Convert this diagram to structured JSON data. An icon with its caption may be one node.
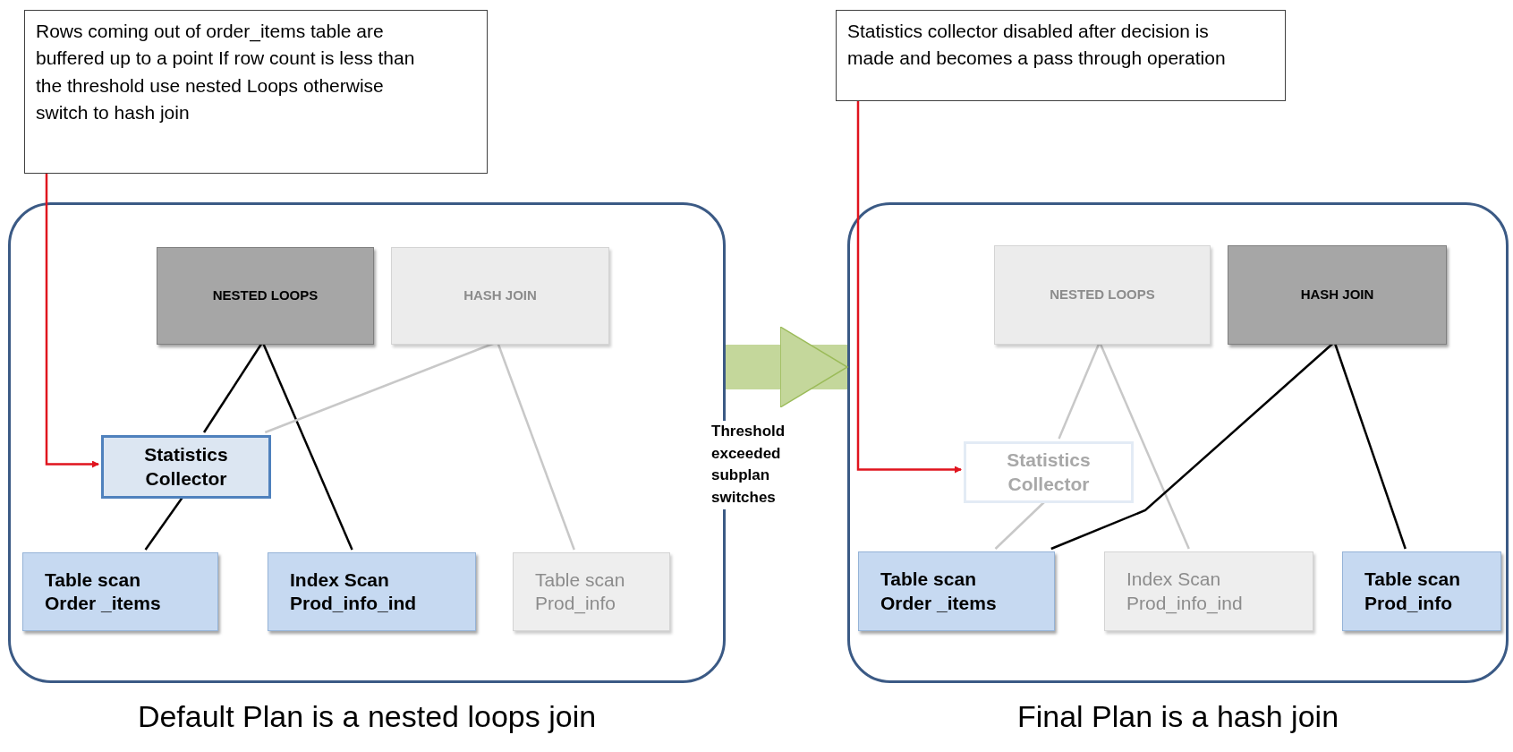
{
  "diagram": {
    "nodes": [
      {
        "text": [
          "Rows coming out of order_items table are buffered up to a point If row count is less than the threshold use nested Loops otherwise switch to hash join"
        ]
      },
      {
        "text": [],
        "shape": "box",
        "beside": [
          "Default Plan is a nested loops join"
        ]
      },
      {
        "text": [
          "NESTED LOOPS"
        ],
        "in": 1
      },
      {
        "text": [
          "HASH JOIN"
        ],
        "in": 1
      },
      {
        "text": [
          "Statistics Collector"
        ],
        "in": 1
      },
      {
        "text": [
          "Table scan Order _items"
        ],
        "in": 1
      },
      {
        "text": [
          "Index Scan Prod_info_ind"
        ],
        "in": 1
      },
      {
        "text": [
          "Table scan Prod_info"
        ],
        "in": 1
      },
      {
        "text": [
          "Statistics collector disabled after decision is made and becomes a pass through operation"
        ]
      },
      {
        "text": [],
        "shape": "box",
        "beside": [
          "Final Plan is a hash join"
        ]
      },
      {
        "text": [
          "NESTED LOOPS"
        ],
        "in": 9
      },
      {
        "text": [
          "HASH JOIN"
        ],
        "in": 9
      },
      {
        "text": [
          "Statistics Collector"
        ],
        "in": 9
      },
      {
        "text": [
          "Table scan Order _items"
        ],
        "in": 9
      },
      {
        "text": [
          "Index Scan Prod_info_ind"
        ],
        "in": 9
      },
      {
        "text": [
          "Table scan Prod_info"
        ],
        "in": 9
      }
    ],
    "edges": [
      {
        "from": 0,
        "to": 4,
        "arrow": "to",
        "color": "#e0141e"
      },
      {
        "from": 2,
        "to": 4,
        "arrow": "none"
      },
      {
        "from": 2,
        "to": 6,
        "arrow": "none"
      },
      {
        "from": 4,
        "to": 5,
        "arrow": "none"
      },
      {
        "from": 3,
        "to": 4,
        "arrow": "none",
        "color": "#c8c8c8"
      },
      {
        "from": 3,
        "to": 7,
        "arrow": "none",
        "color": "#c8c8c8"
      },
      {
        "from": 1,
        "to": 9,
        "arrow": "to",
        "style": "thick",
        "color": "#c4d79b",
        "label": "Threshold exceeded subplan switches"
      },
      {
        "from": 8,
        "to": 12,
        "arrow": "to",
        "color": "#e0141e"
      },
      {
        "from": 10,
        "to": 12,
        "arrow": "none",
        "color": "#c8c8c8"
      },
      {
        "from": 10,
        "to": 14,
        "arrow": "none",
        "color": "#c8c8c8"
      },
      {
        "from": 12,
        "to": 13,
        "arrow": "none",
        "color": "#c8c8c8"
      },
      {
        "from": 11,
        "to": 13,
        "arrow": "none"
      },
      {
        "from": 11,
        "to": 15,
        "arrow": "none"
      }
    ]
  }
}
